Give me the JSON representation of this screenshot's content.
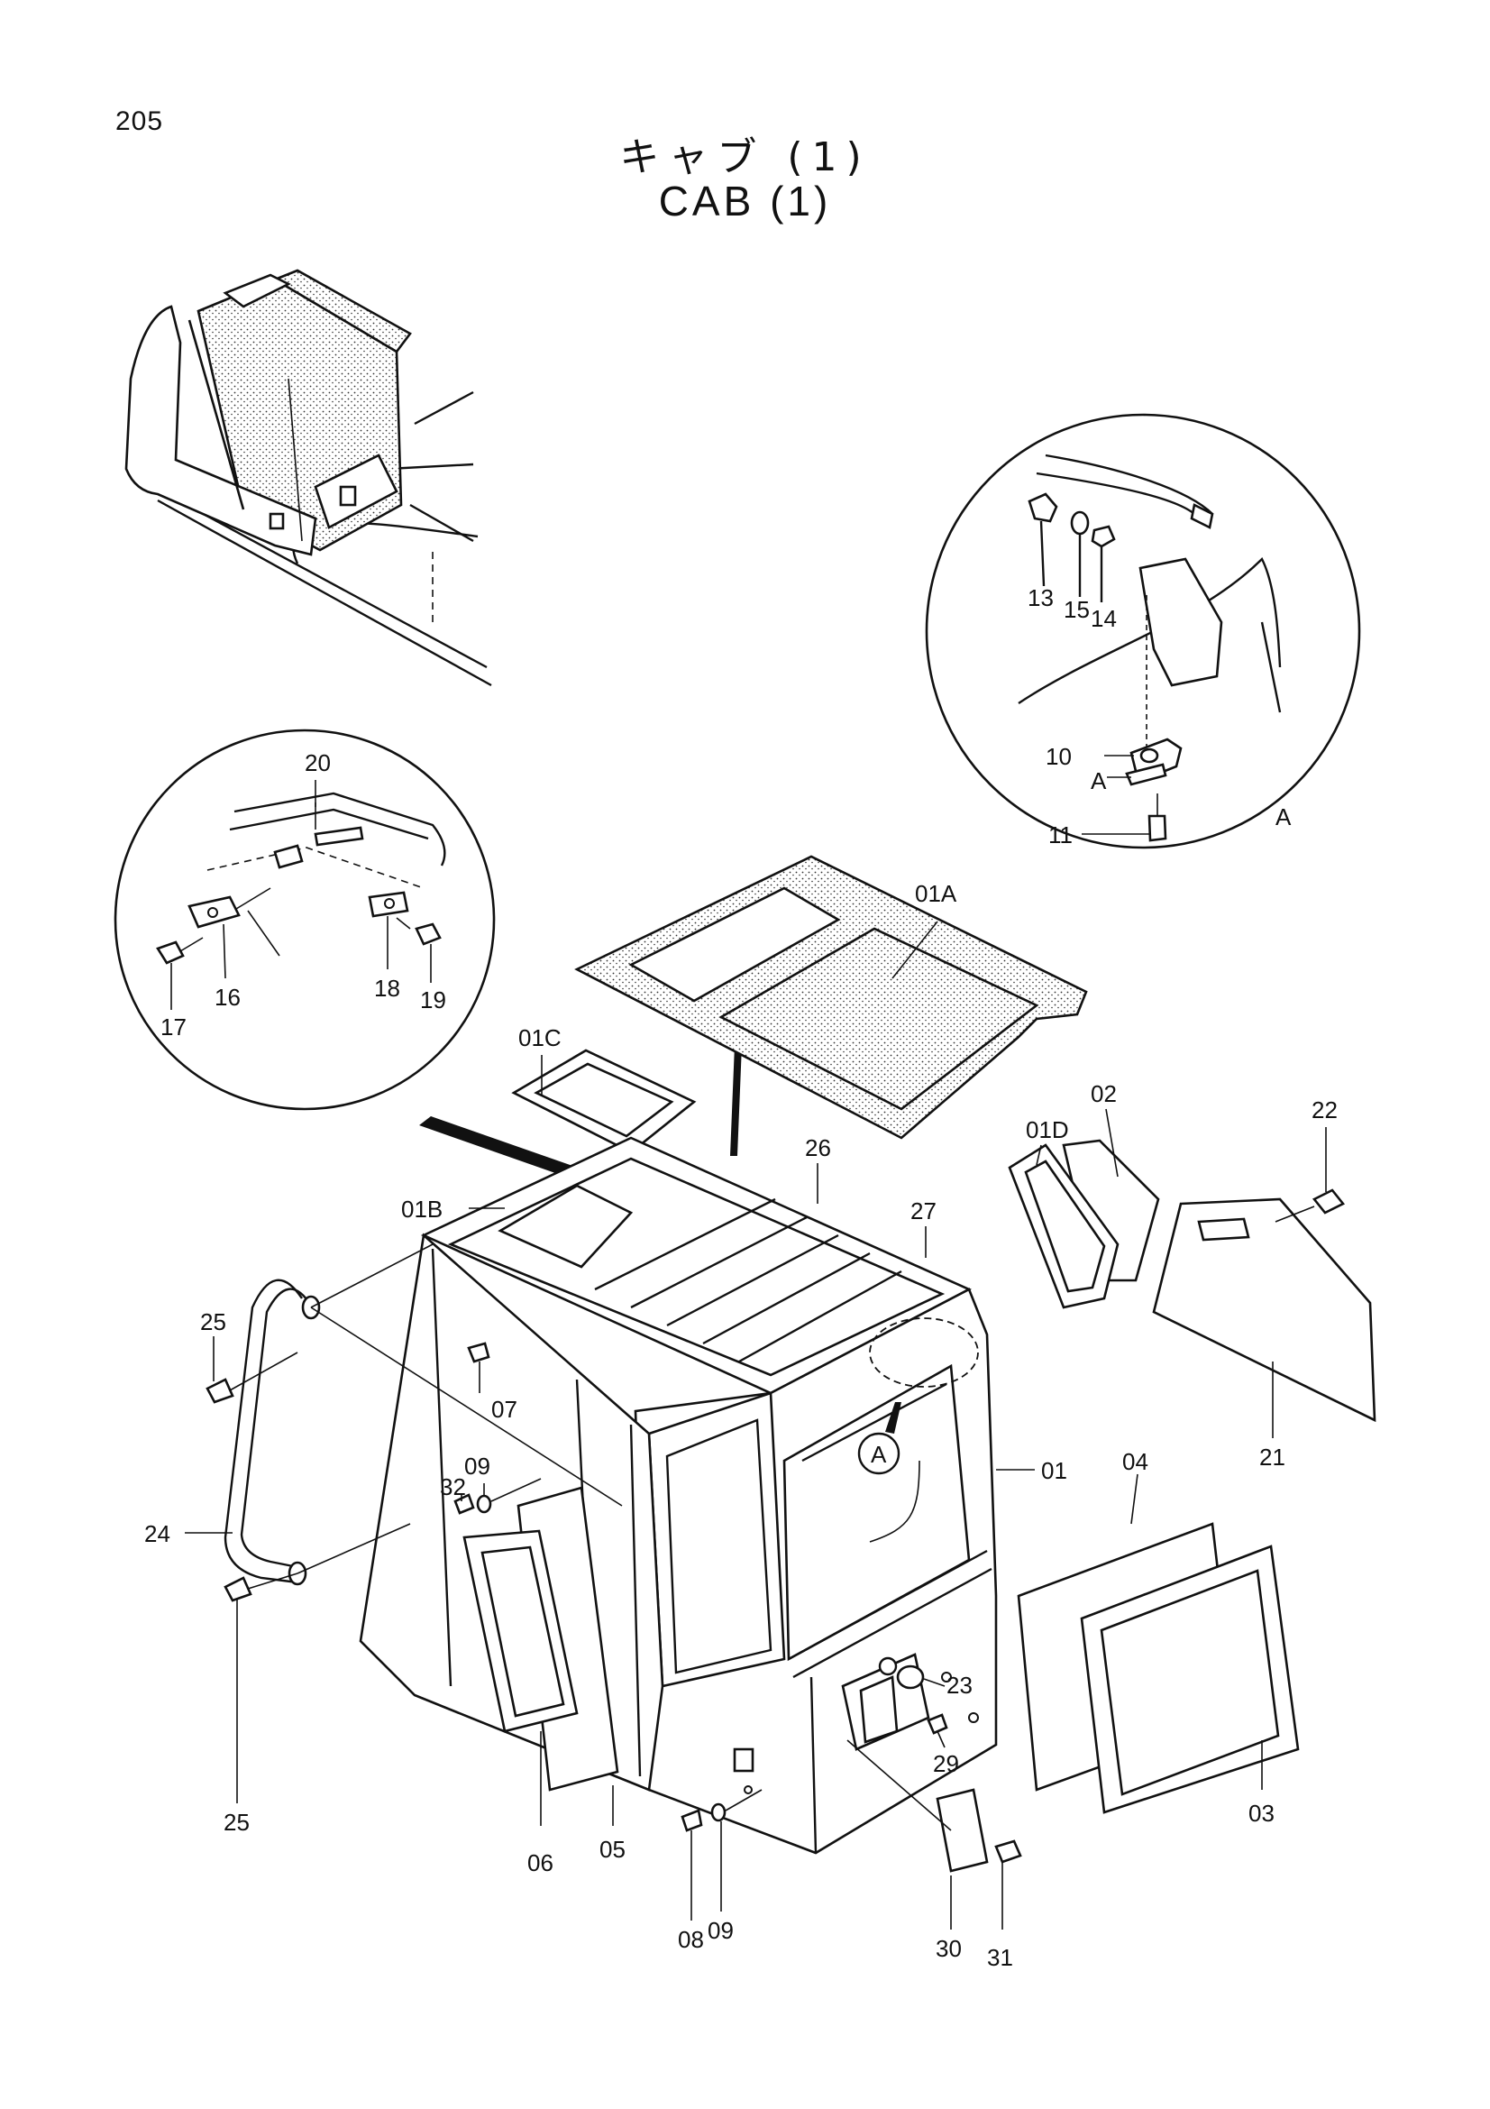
{
  "page": {
    "number": "205",
    "title_jp": "キャブ (1)",
    "title_en": "CAB (1)"
  },
  "labels": {
    "p01": "01",
    "p01A": "01A",
    "p01B": "01B",
    "p01C": "01C",
    "p01D": "01D",
    "p02": "02",
    "p03": "03",
    "p04": "04",
    "p05": "05",
    "p06": "06",
    "p07": "07",
    "p08": "08",
    "p09a": "09",
    "p09b": "09",
    "p10": "10",
    "p11": "11",
    "p13": "13",
    "p14": "14",
    "p15": "15",
    "p16": "16",
    "p17": "17",
    "p18": "18",
    "p19": "19",
    "p20": "20",
    "p21": "21",
    "p22": "22",
    "p23": "23",
    "p24": "24",
    "p25a": "25",
    "p25b": "25",
    "p26": "26",
    "p27": "27",
    "p29": "29",
    "p30": "30",
    "p31": "31",
    "p32": "32",
    "detailA_in": "A",
    "detailA_out": "A",
    "detailA_ref": "A"
  }
}
